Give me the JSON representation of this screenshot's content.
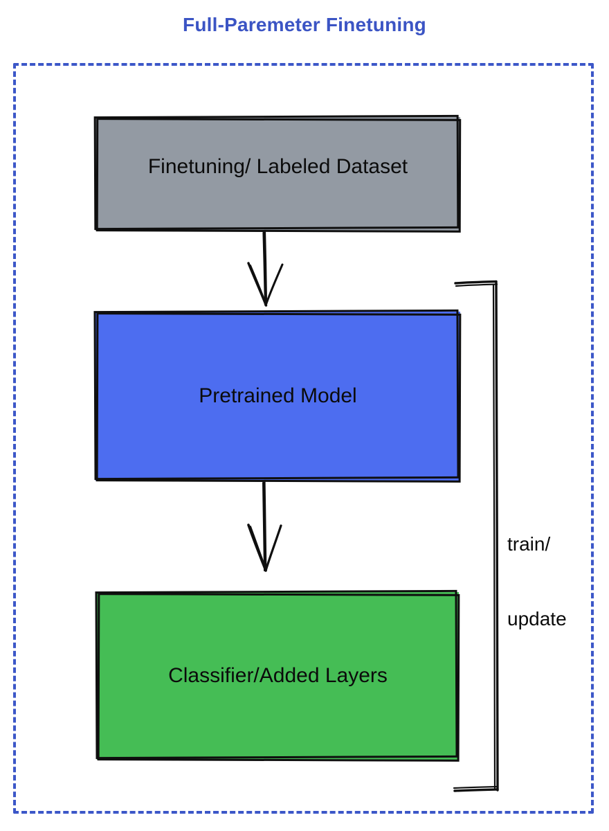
{
  "title": {
    "text": "Full-Paremeter Finetuning",
    "color": "#3b54c4"
  },
  "container": {
    "border_style": "dashed",
    "border_color": "#3c57c8"
  },
  "nodes": [
    {
      "id": "dataset",
      "label": "Finetuning/ Labeled Dataset",
      "fill": "#939aa3",
      "stroke": "#0f0f0f",
      "shape": "rectangle"
    },
    {
      "id": "pretrained",
      "label": "Pretrained Model",
      "fill": "#4d6df0",
      "stroke": "#0f0f0f",
      "shape": "rectangle"
    },
    {
      "id": "classifier",
      "label": "Classifier/Added Layers",
      "fill": "#45bd55",
      "stroke": "#0f0f0f",
      "shape": "rectangle"
    }
  ],
  "edges": [
    {
      "id": "dataset-to-pretrained",
      "from": "dataset",
      "to": "pretrained",
      "label": "",
      "direction": "down"
    },
    {
      "id": "pretrained-to-classifier",
      "from": "pretrained",
      "to": "classifier",
      "label": "",
      "direction": "down"
    },
    {
      "id": "train-update-loop",
      "from": "classifier",
      "to": "pretrained",
      "label_line1": "train/",
      "label_line2": "update",
      "direction": "loop-right"
    }
  ],
  "loop_label": {
    "line1": "train/",
    "line2": "update"
  },
  "icons": {
    "arrow_down": "arrow-down-icon",
    "bracket": "loop-bracket-icon"
  }
}
